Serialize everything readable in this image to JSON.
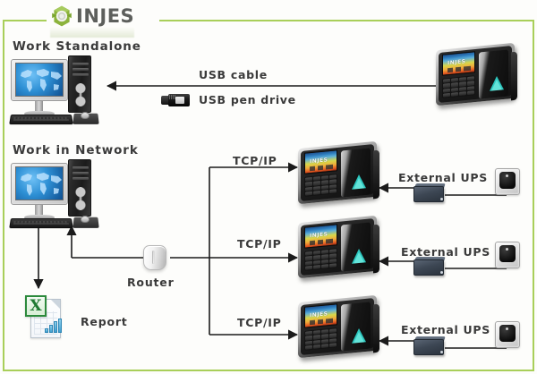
{
  "brand": {
    "logo_text": "INJES",
    "logo_mark_name": "hexagon-gear-icon",
    "accent_color": "#8cb33c",
    "frame_color": "#a9cf5a"
  },
  "sections": {
    "standalone_title": "Work Standalone",
    "network_title": "Work in Network"
  },
  "links": {
    "usb_cable": "USB cable",
    "usb_pen_drive": "USB pen drive",
    "tcpip_1": "TCP/IP",
    "tcpip_2": "TCP/IP",
    "tcpip_3": "TCP/IP",
    "ups_1": "External UPS",
    "ups_2": "External UPS",
    "ups_3": "External UPS"
  },
  "nodes": {
    "router_label": "Router",
    "report_label": "Report",
    "standalone_pc_name": "desktop-computer",
    "network_pc_name": "desktop-computer",
    "terminal_name": "fingerprint-time-attendance-terminal",
    "usb_drive_name": "usb-flash-drive",
    "ups_name": "external-ups-battery",
    "socket_name": "wall-power-socket",
    "report_name": "excel-report-document"
  },
  "terminal_screen": {
    "brand_overlay": "INJES",
    "fingerprint_color": "#2ec8c0"
  },
  "report_icon": {
    "badge_letter": "X",
    "badge_color": "#1f7a33",
    "bar_values": [
      5,
      9,
      13,
      16
    ]
  },
  "diagram": {
    "type": "network-topology",
    "terminal_count": 3,
    "ups_count": 3,
    "background_color": "#fdfdfb"
  }
}
